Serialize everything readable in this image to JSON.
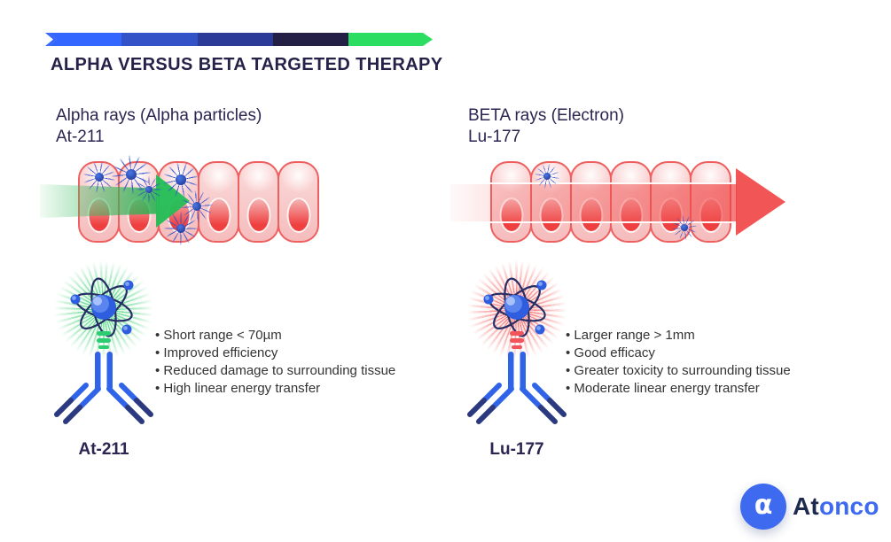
{
  "title": "ALPHA VERSUS BETA TARGETED THERAPY",
  "top_bar": {
    "segment_colors": [
      "#3366FF",
      "#3452C8",
      "#2C3B97",
      "#231F45",
      "#2BDE62"
    ]
  },
  "alpha": {
    "heading_line1": "Alpha rays (Alpha particles)",
    "heading_line2": "At-211",
    "isotope_label": "At-211",
    "accent_color": "#22BE55",
    "bullets": [
      "Short range < 70µm",
      "Improved efficiency",
      "Reduced damage to surrounding tissue",
      "High linear energy transfer"
    ]
  },
  "beta": {
    "heading_line1": "BETA rays (Electron)",
    "heading_line2": "Lu-177",
    "isotope_label": "Lu-177",
    "accent_color": "#EF4444",
    "bullets": [
      "Larger range > 1mm",
      "Good efficacy",
      "Greater toxicity to surrounding tissue",
      "Moderate linear energy transfer"
    ]
  },
  "logo": {
    "symbol": "α",
    "name_primary": "At",
    "name_secondary": "onco"
  },
  "text_colors": {
    "heading": "#2B2551",
    "body": "#333333"
  }
}
